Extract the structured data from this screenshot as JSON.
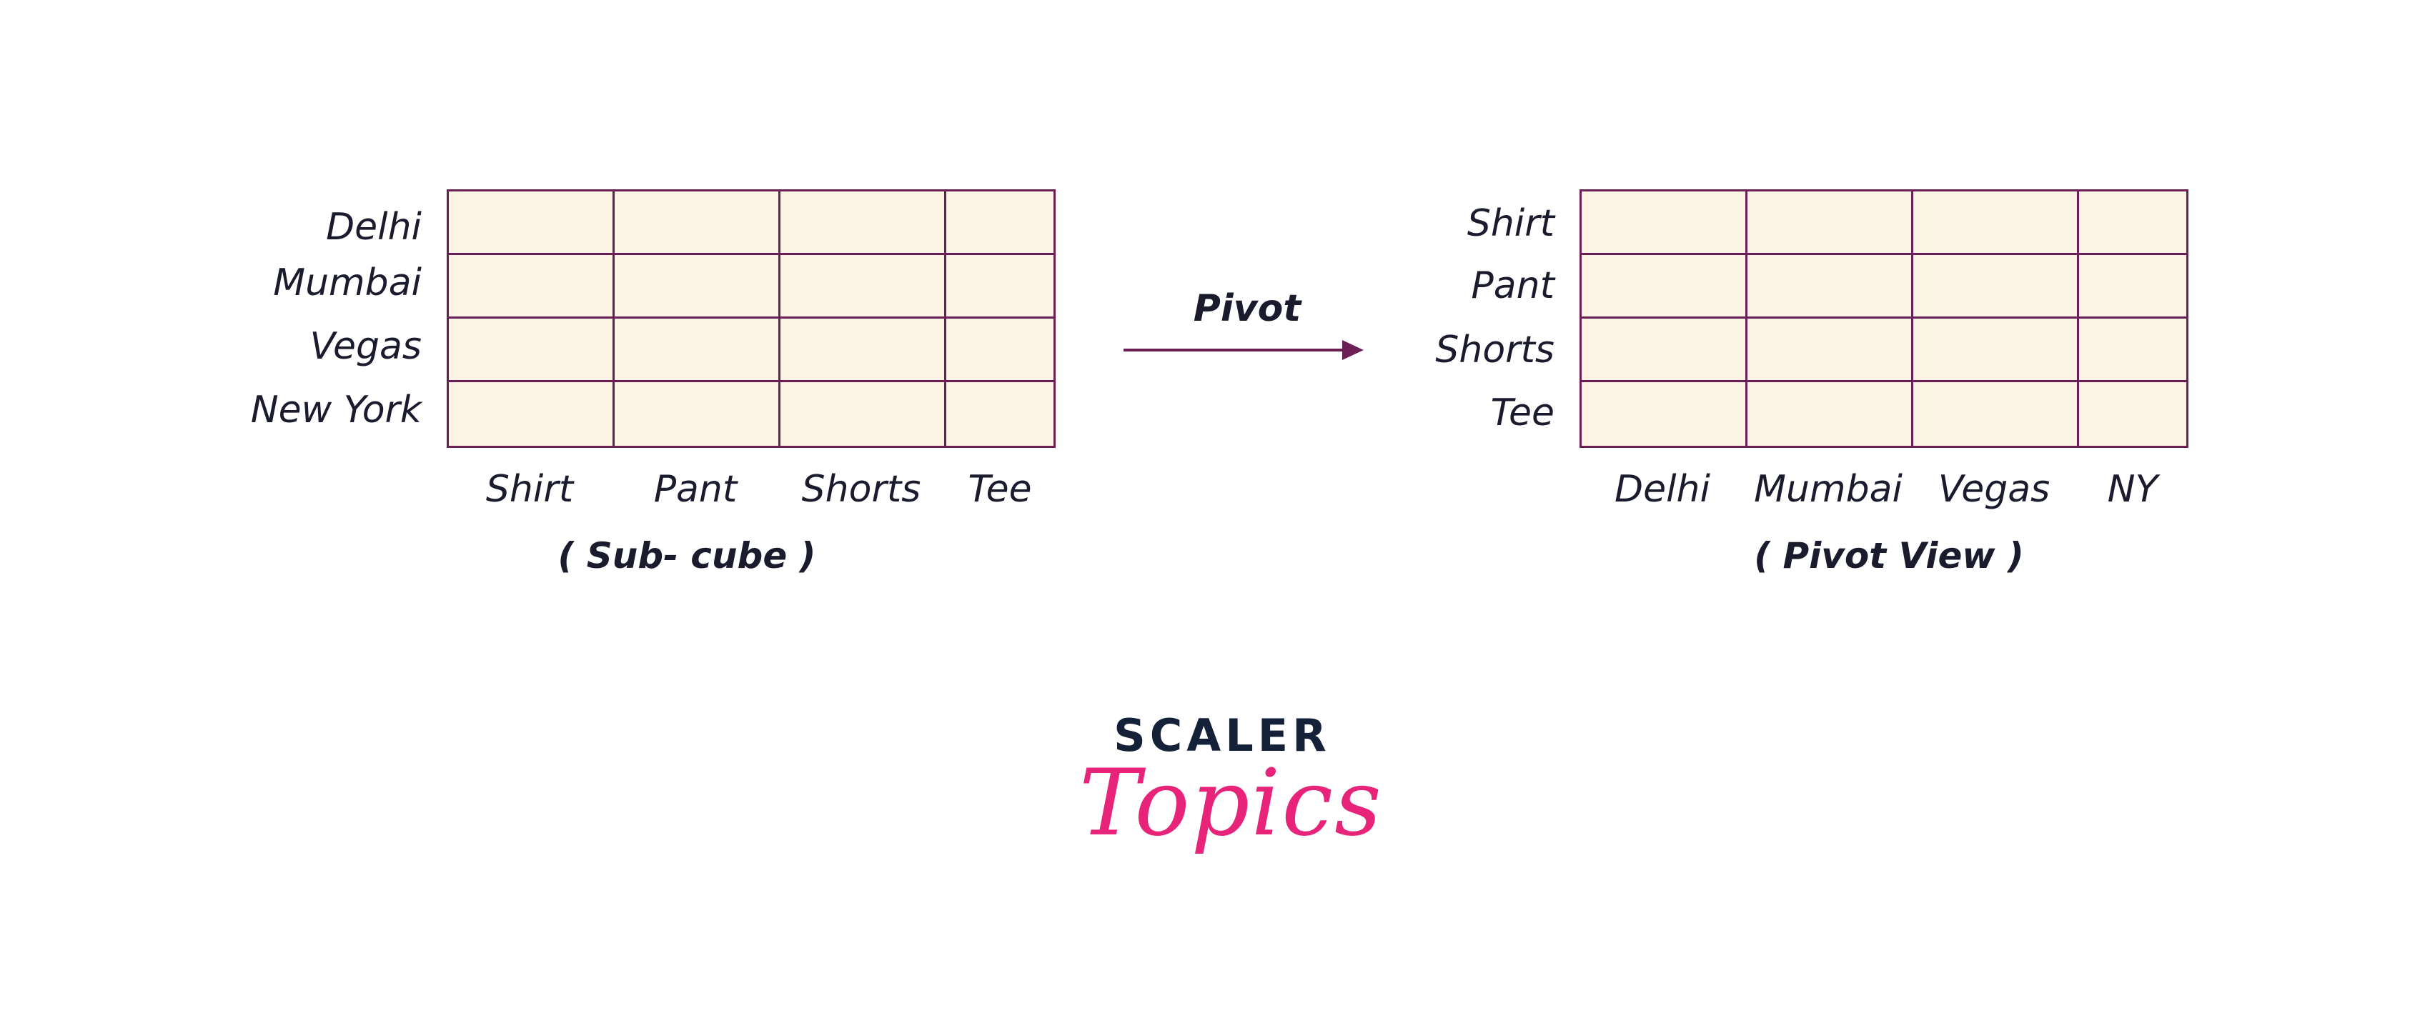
{
  "left_table": {
    "rows": [
      "Delhi",
      "Mumbai",
      "Vegas",
      "New York"
    ],
    "columns": [
      "Shirt",
      "Pant",
      "Shorts",
      "Tee"
    ],
    "caption": "( Sub- cube )"
  },
  "right_table": {
    "rows": [
      "Shirt",
      "Pant",
      "Shorts",
      "Tee"
    ],
    "columns": [
      "Delhi",
      "Mumbai",
      "Vegas",
      "NY"
    ],
    "caption": "( Pivot View )"
  },
  "arrow": {
    "label": "Pivot"
  },
  "logo": {
    "line1": "SCALER",
    "line2": "Topics"
  },
  "colors": {
    "grid_border": "#6b1f55",
    "cell_fill": "#fdf4e6",
    "arrow": "#6b1f55",
    "logo_dark": "#142139",
    "logo_pink": "#e8247a"
  }
}
